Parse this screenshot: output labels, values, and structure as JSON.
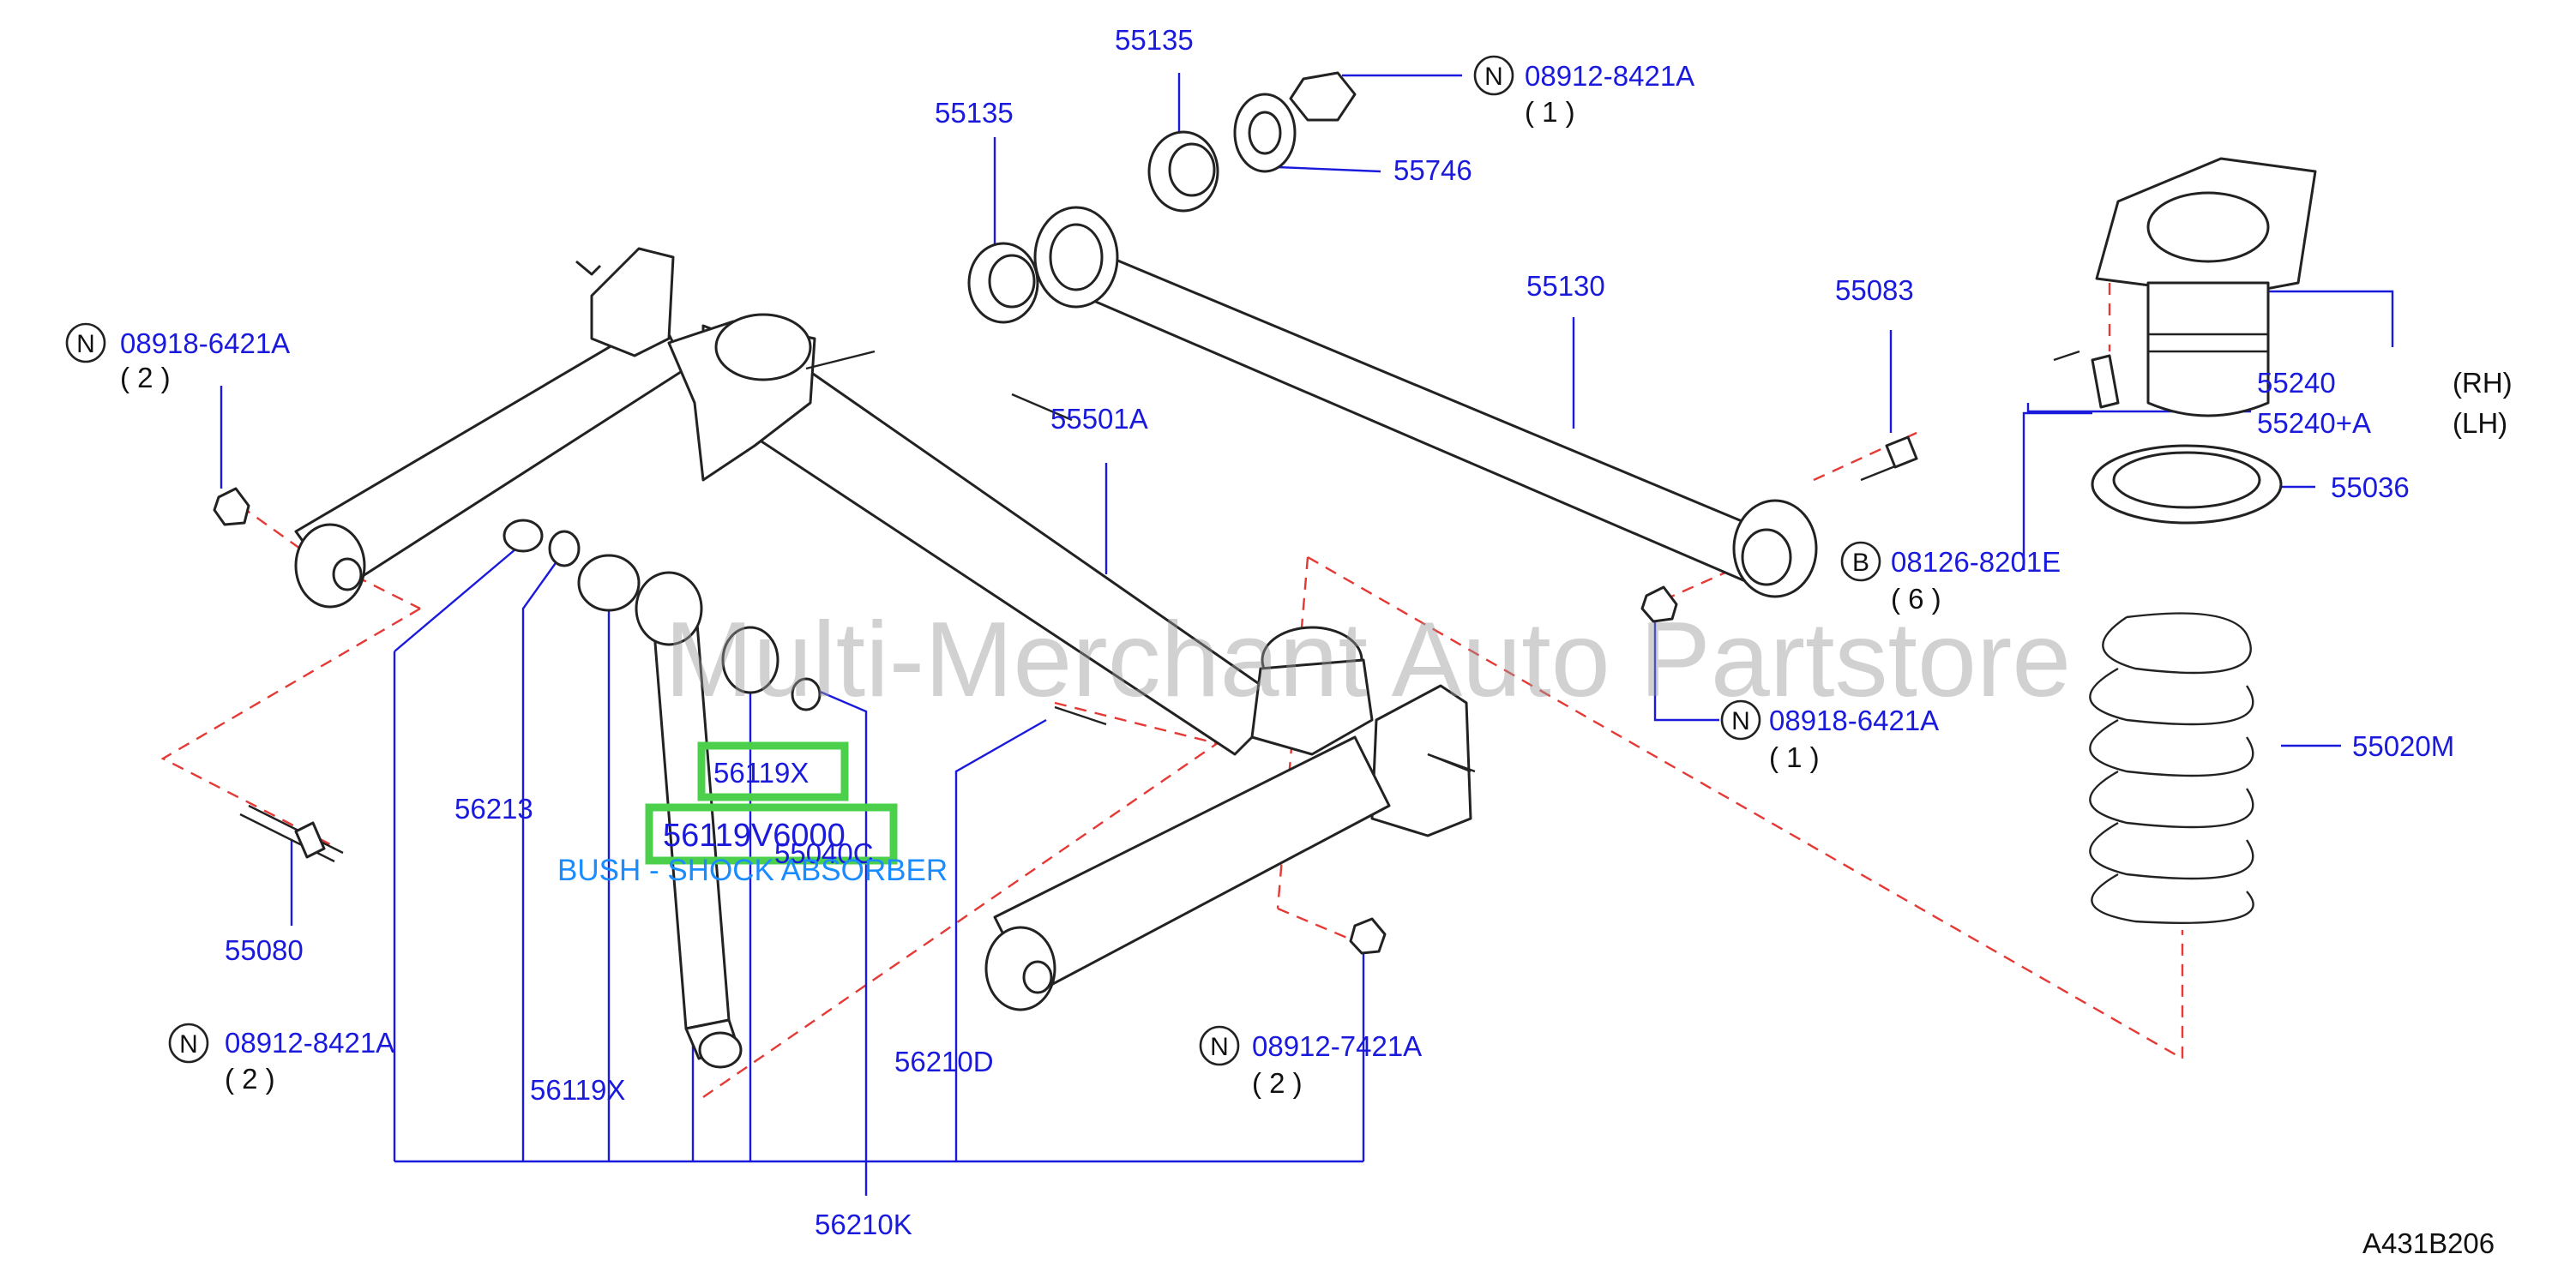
{
  "labels": {
    "p55135_top": "55135",
    "p55135_left": "55135",
    "p08912_8421A_top": "08912-8421A",
    "p08912_8421A_top_qty": "( 1 )",
    "p55746": "55746",
    "p55130": "55130",
    "p55083": "55083",
    "p55240_rh": "55240",
    "p55240_lh": "55240+A",
    "side_rh": "(RH)",
    "side_lh": "(LH)",
    "p55036": "55036",
    "p08126_8201E": "08126-8201E",
    "p08126_8201E_qty": "( 6 )",
    "p08918_6421A_right": "08918-6421A",
    "p08918_6421A_right_qty": "( 1 )",
    "p55020M": "55020M",
    "p08918_6421A_left": "08918-6421A",
    "p08918_6421A_left_qty": "( 2 )",
    "p55501A": "55501A",
    "p56213": "56213",
    "p56119X_hl": "56119X",
    "p56119V6000": "56119V6000",
    "p55040C": "55040C",
    "desc_bush": "BUSH - SHOCK ABSORBER",
    "p55080": "55080",
    "p08912_8421A_bottom": "08912-8421A",
    "p08912_8421A_bottom_qty": "( 2 )",
    "p56119X_bottom": "56119X",
    "p56210D": "56210D",
    "p08912_7421A": "08912-7421A",
    "p08912_7421A_qty": "( 2 )",
    "p56210K": "56210K",
    "diagram_code": "A431B206"
  },
  "circle_marks": {
    "n": "N",
    "b": "B"
  },
  "watermark": "Multi-Merchant Auto Partstore",
  "colors": {
    "part_number": "#1a1adc",
    "highlight": "#4cd04c",
    "dashed_line": "#e53935",
    "description": "#1a8cff"
  }
}
